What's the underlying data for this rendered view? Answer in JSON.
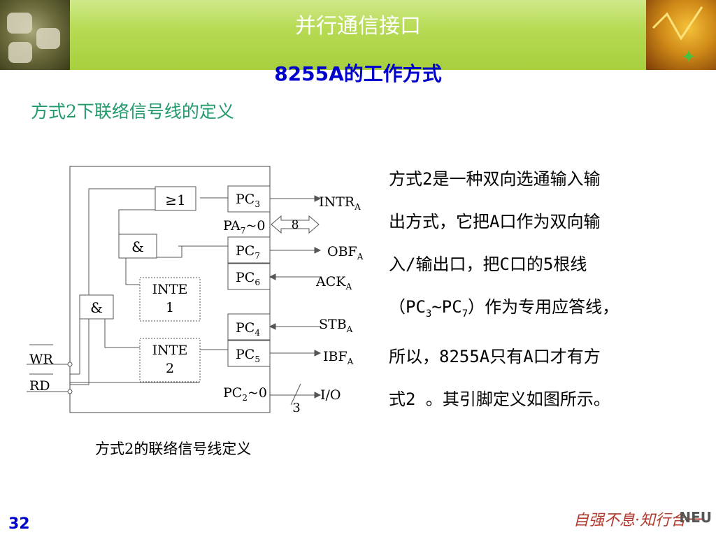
{
  "header": {
    "title": "并行通信接口"
  },
  "subtitle": "8255A的工作方式",
  "section_heading": "方式2下联络信号线的定义",
  "diagram": {
    "gate_or": "≥1",
    "gate_and1": "&",
    "gate_and2": "&",
    "inte1": [
      "INTE",
      "1"
    ],
    "inte2": [
      "INTE",
      "2"
    ],
    "pc3": [
      "PC",
      "3"
    ],
    "pc7": [
      "PC",
      "7"
    ],
    "pc6": [
      "PC",
      "6"
    ],
    "pc4": [
      "PC",
      "4"
    ],
    "pc5": [
      "PC",
      "5"
    ],
    "pa": [
      "PA",
      "7",
      "~0"
    ],
    "pa_width": "8",
    "pc": [
      "PC",
      "2",
      "~0"
    ],
    "pc_width": "3",
    "intr": [
      "INTR",
      "A"
    ],
    "obf": [
      "OBF",
      "A"
    ],
    "ack": [
      "ACK",
      "A"
    ],
    "stb": [
      "STB",
      "A"
    ],
    "ibf": [
      "IBF",
      "A"
    ],
    "io": "I/O",
    "wr": "WR",
    "rd": "RD"
  },
  "caption": "方式2的联络信号线定义",
  "description_lines": [
    "方式2是一种双向选通输入输",
    "出方式，它把A口作为双向输",
    "入/输出口，把C口的5根线",
    [
      "（PC",
      "3",
      "~PC",
      "7",
      "）作为专用应答线，"
    ],
    "所以，8255A只有A口才有方",
    "式2 。其引脚定义如图所示。"
  ],
  "page_number": "32",
  "footer_logo": {
    "text": "自强不息·知行合一",
    "abbr": "NEU"
  },
  "colors": {
    "header_bg": "#a7cf3d",
    "subtitle": "#0000cc",
    "heading": "#219a6a",
    "page_number": "#0000cc"
  }
}
